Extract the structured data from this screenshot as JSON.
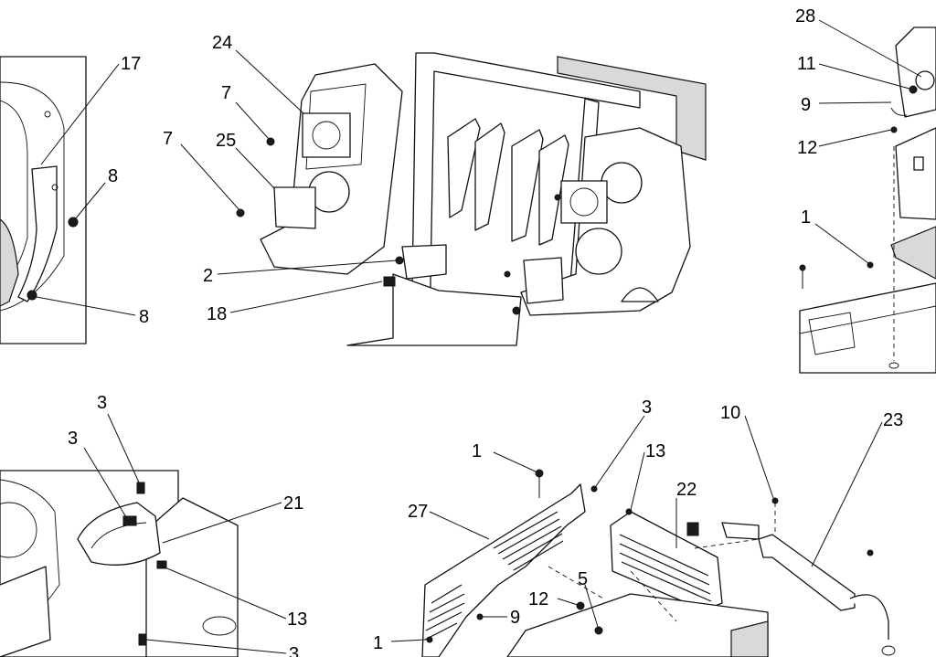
{
  "callouts": {
    "p17": "17",
    "p8a": "8",
    "p8b": "8",
    "p24": "24",
    "p7a": "7",
    "p7b": "7",
    "p25": "25",
    "p2": "2",
    "p18": "18",
    "p28": "28",
    "p11": "11",
    "p9a": "9",
    "p12a": "12",
    "p1a": "1",
    "p3a": "3",
    "p3b": "3",
    "p21": "21",
    "p13a": "13",
    "p3c": "3",
    "p3d": "3",
    "p1b": "1",
    "p13b": "13",
    "p10": "10",
    "p23": "23",
    "p27": "27",
    "p22": "22",
    "p5": "5",
    "p12b": "12",
    "p9b": "9",
    "p1c": "1"
  }
}
